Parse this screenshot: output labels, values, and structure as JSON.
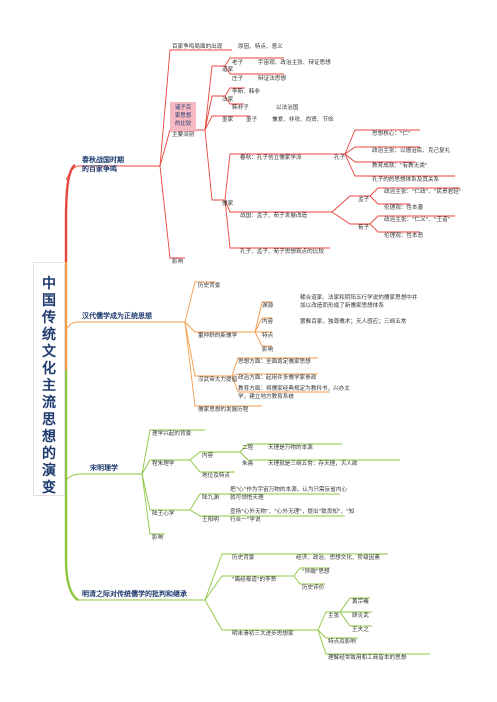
{
  "title_chars": [
    "中",
    "国",
    "传",
    "统",
    "文",
    "化",
    "主",
    "流",
    "思",
    "想",
    "的",
    "演",
    "变"
  ],
  "colors": {
    "red": "#e8453c",
    "orange": "#f39c4a",
    "green": "#8cc63f",
    "sticky": "#f6b9c2",
    "sticky_text": "#1f3a6e"
  },
  "b1": {
    "spring": "春秋战国时期的百家争鸣",
    "han": "汉代儒学成为正统思想",
    "song": "宋明理学",
    "ming": "明清之际对传统儒学的批判和继承"
  },
  "spring": {
    "bg": "百家争鸣局面的出现",
    "bg_detail": "原因、特点、意义",
    "main": "主要派别",
    "sticky": "诸子百家思想的比较",
    "daojia": "道家",
    "laozi": "老子",
    "laozi_d": "宇宙观、政治主张、辩证思想",
    "zhuangzi": "庄子",
    "zhuangzi_d": "辩证法思想",
    "fajia": "法家",
    "lisi": "李斯、韩非",
    "hanfeizi": "韩非子",
    "hanfeizi_d": "以法治国",
    "mojia": "墨家",
    "mozi": "墨子",
    "mozi_d": "兼爱、非攻、尚贤、节俭",
    "rujia": "儒家",
    "chunqiu": "春秋：孔子创立儒家学派",
    "kongzi": "孔子",
    "k1": "思想核心：\"仁\"",
    "k2": "政治主张：以德治民、克己复礼",
    "k3": "教育成就：\"有教无类\"",
    "k4": "孔子的的思想体系及其关系",
    "zhanguo": "战国：孟子、荀子发展改造",
    "mengzi": "孟子",
    "m1": "政治主张：\"仁政\"、\"民贵君轻\"",
    "m2": "伦理观：性本善",
    "xunzi": "荀子",
    "x1": "政治主张：\"仁义\"、\"王道\"",
    "x2": "伦理观：性本恶",
    "compare": "孔子、孟子、荀子思想观点的比较",
    "yingxiang": "影响"
  },
  "han": {
    "bg": "历史背景",
    "dong": "董仲舒的新儒学",
    "source": "渊源",
    "source_d1": "糅合道家、法家和阴阳五行学说的儒家思想中并",
    "source_d2": "加以改造而形成了新儒家思想体系",
    "content": "内容",
    "content_d": "罢黜百家，独尊儒术；天人感应；三纲五常",
    "feature": "特点",
    "influence": "影响",
    "emperor": "汉武帝大力提倡",
    "e1": "思想方面：全面肯定儒家思想",
    "e2": "政治方面：起用许多儒学家参政",
    "e3a": "教育方面：将儒家经典规定为教科书，兴办太",
    "e3b": "学，建立地方教育系统",
    "dev": "儒家思想的发展历程"
  },
  "song": {
    "bg": "理学兴起的背景",
    "cheng": "程朱理学",
    "neirong": "内容",
    "erc": "二程",
    "erc_d": "天理是万物的本源",
    "zhuxi": "朱熹",
    "zhuxi_d": "天理就是三纲五常：存天理，灭人欲",
    "diwei": "地位及特点",
    "lu": "陆王心学",
    "lujy": "陆九渊",
    "lujy_d1": "把\"心\"作为宇宙万物的本源，认为只需反省内心",
    "lujy_d2": "就可领悟天理",
    "wang": "王阳明",
    "wang_d1": "宣扬\"心外无物\"、\"心外无理\"，提出\"致良知\"、\"知",
    "wang_d2": "行合一\"学说",
    "yingxiang": "影响"
  },
  "ming": {
    "bg": "历史背景",
    "bg_d": "经济、政治、思想文化、阶级因素",
    "li": "\"离经叛道\"的李贽",
    "li_d1": "\"异端\"思想",
    "li_d2": "历史评价",
    "three": "明末清初三大进步思想家",
    "zhuzhang": "主张",
    "huang": "黄宗羲",
    "gu": "顾炎武",
    "wangfz": "王夫之",
    "tedian": "特点及影响",
    "lijie": "理解经世致用和工商皆本的思想"
  }
}
